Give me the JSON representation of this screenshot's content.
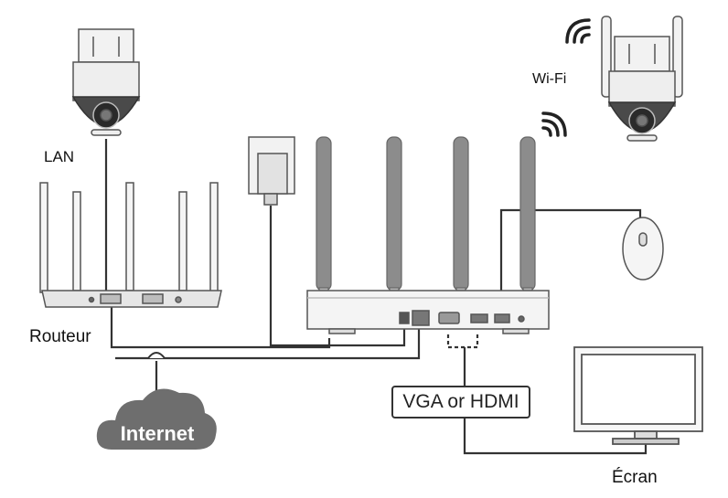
{
  "labels": {
    "lan": "LAN",
    "wifi": "Wi-Fi",
    "router": "Routeur",
    "cloud": "Internet",
    "connection": "VGA or HDMI",
    "screen": "Écran"
  },
  "icons": {
    "lan_camera": "ptz-camera-icon",
    "wifi_camera": "wifi-ptz-camera-icon",
    "router": "router-icon",
    "nvr": "nvr-recorder-icon",
    "power": "power-adapter-icon",
    "mouse": "mouse-icon",
    "monitor": "monitor-icon",
    "cloud": "cloud-icon"
  },
  "colors": {
    "line": "#333333",
    "device_fill": "#f2f2f2",
    "antenna_fill": "#8c8c8c",
    "cloud_fill": "#6e6e6e",
    "camera_dark": "#4a4a4a"
  }
}
